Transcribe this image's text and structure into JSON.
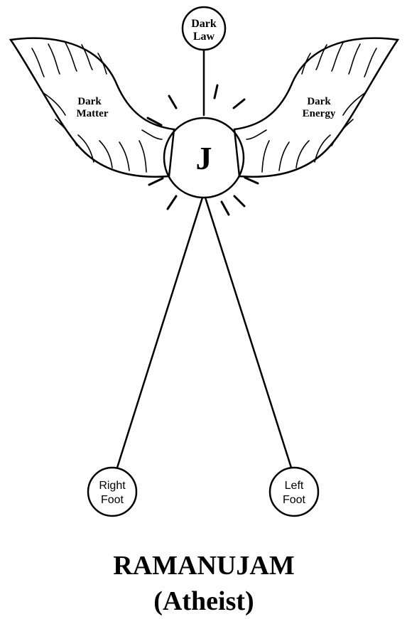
{
  "diagram": {
    "top_node": {
      "line1": "Dark",
      "line2": "Law"
    },
    "center_node": {
      "label": "J"
    },
    "left_wing": {
      "line1": "Dark",
      "line2": "Matter"
    },
    "right_wing": {
      "line1": "Dark",
      "line2": "Energy"
    },
    "right_foot_node": {
      "line1": "Right",
      "line2": "Foot"
    },
    "left_foot_node": {
      "line1": "Left",
      "line2": "Foot"
    },
    "title": "RAMANUJAM",
    "subtitle": "(Atheist)",
    "colors": {
      "stroke": "#000000",
      "background": "#ffffff"
    }
  }
}
